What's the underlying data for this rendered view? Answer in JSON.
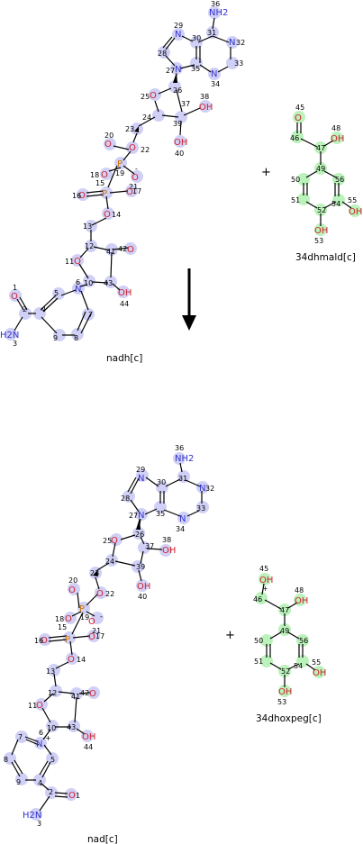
{
  "reaction": {
    "reactants": [
      {
        "id": "nadh",
        "label": "nadh[c]"
      },
      {
        "id": "34dhmald",
        "label": "34dhmald[c]"
      }
    ],
    "products": [
      {
        "id": "nad",
        "label": "nad[c]"
      },
      {
        "id": "34dhoxpeg",
        "label": "34dhoxpeg[c]"
      }
    ],
    "plus_symbol": "+",
    "arrow_symbol": "→"
  },
  "atoms": {
    "n1": "1",
    "n2": "2",
    "n3": "3",
    "n4": "4",
    "n5": "5",
    "n6": "6",
    "n7": "7",
    "n8": "8",
    "n9": "9",
    "n10": "10",
    "n11": "11",
    "n12": "12",
    "n13": "13",
    "n14": "14",
    "n15": "15",
    "n16": "16",
    "n17": "17",
    "n18": "18",
    "n19": "19",
    "n20": "20",
    "n21": "21",
    "n22": "22",
    "n23": "23",
    "n24": "24",
    "n25": "25",
    "n26": "26",
    "n27": "27",
    "n28": "28",
    "n29": "29",
    "n30": "30",
    "n31": "31",
    "n32": "32",
    "n33": "33",
    "n34": "34",
    "n35": "35",
    "n36": "36",
    "n37": "37",
    "n38": "38",
    "n39": "39",
    "n40": "40",
    "n41": "41",
    "n42": "42",
    "n43": "43",
    "n44": "44",
    "n45": "45",
    "n46": "46",
    "n47": "47",
    "n48": "48",
    "n49": "49",
    "n50": "50",
    "n51": "51",
    "n52": "52",
    "n53": "53",
    "n54": "54",
    "n55": "55",
    "n56": "56",
    "O": "O",
    "N": "N",
    "P": "P",
    "OH": "OH",
    "NH2": "NH2",
    "H2N": "H2N",
    "plus": "+",
    "minus": "-"
  }
}
